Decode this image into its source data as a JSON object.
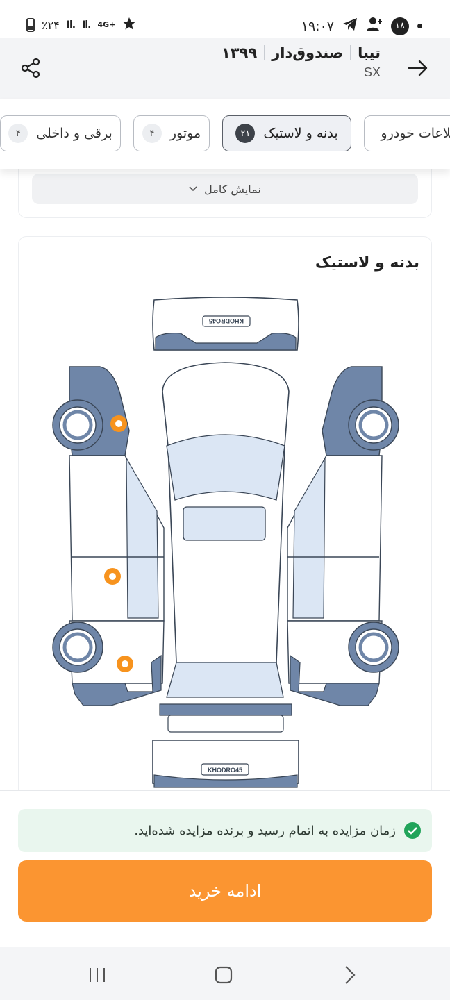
{
  "status_bar": {
    "time": "۱۹:۰۷",
    "notification_count": "۱۸",
    "battery_percent": "٪۲۴",
    "network": "4G+"
  },
  "header": {
    "car_name": "تیبا",
    "body_type": "صندوق‌دار",
    "year": "۱۳۹۹",
    "trim": "SX"
  },
  "tabs": [
    {
      "label": "اطلاعات خودرو",
      "count": ""
    },
    {
      "label": "بدنه و لاستیک",
      "count": "۲۱"
    },
    {
      "label": "موتور",
      "count": "۴"
    },
    {
      "label": "برقی و داخلی",
      "count": "۴"
    }
  ],
  "active_tab": 1,
  "show_full_label": "نمایش کامل",
  "section_title": "بدنه و لاستیک",
  "diagram": {
    "brand_front": "KHODRO45",
    "brand_rear": "KHODRO45",
    "damage_marker_color": "#f7931e",
    "panel_color": "#6f86a8",
    "glass_color": "#dbe6f4"
  },
  "notice_text": "زمان مزایده به اتمام رسید و برنده مزایده شده‌اید.",
  "cta_label": "ادامه خرید",
  "colors": {
    "accent": "#fb9531",
    "success": "#21a45a"
  }
}
